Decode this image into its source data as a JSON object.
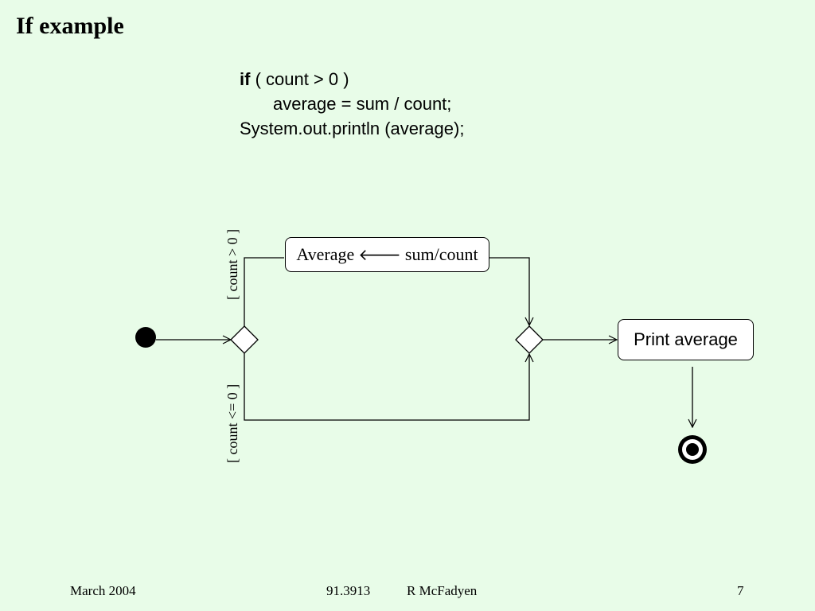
{
  "slide": {
    "title": "If example"
  },
  "code": {
    "keyword_if": "if",
    "line1_rest": " ( count > 0 )",
    "line2": "average = sum / count;",
    "line3": "System.out.println (average);"
  },
  "diagram": {
    "action_average_prefix": "Average",
    "action_average_arrow": "🡐",
    "action_average_suffix": "sum/count",
    "action_print": "Print average",
    "guard_true": "[ count > 0 ]",
    "guard_false": "[ count <= 0 ]",
    "line_color": "#000000",
    "node_fill": "#ffffff",
    "background": "#e8fce8"
  },
  "footer": {
    "date": "March 2004",
    "course": "91.3913",
    "author": "R McFadyen",
    "page": "7"
  }
}
